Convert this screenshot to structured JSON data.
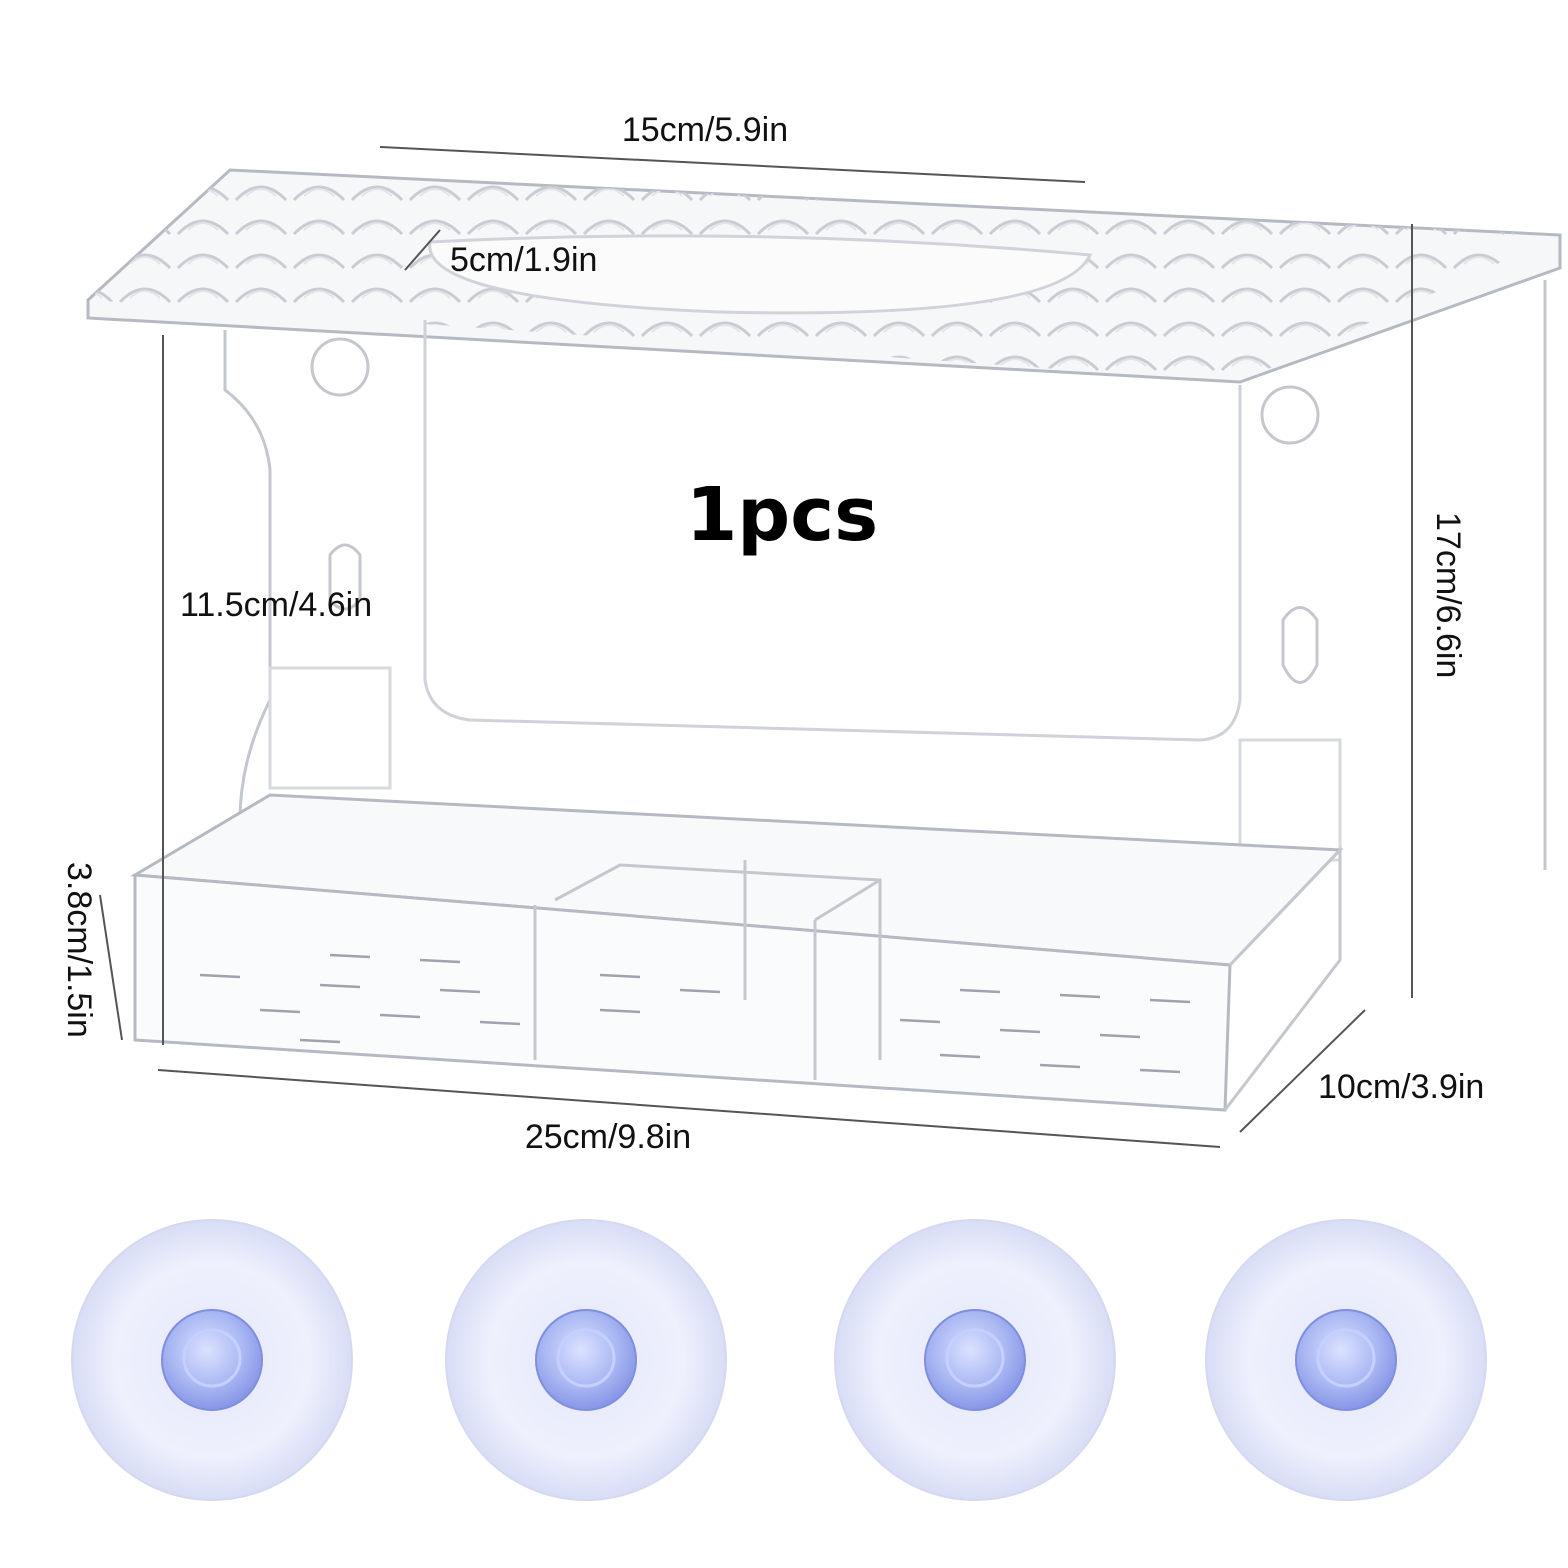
{
  "product": {
    "quantity_label": "1pcs"
  },
  "dimensions": {
    "roof_width": "15cm/5.9in",
    "opening_width": "5cm/1.9in",
    "back_height": "11.5cm/4.6in",
    "total_height": "17cm/6.6in",
    "tray_height": "3.8cm/1.5in",
    "total_width": "25cm/9.8in",
    "depth": "10cm/3.9in"
  },
  "accessories": {
    "suction_cup_count": 4,
    "suction_cup_color": "#c9d2f5"
  }
}
